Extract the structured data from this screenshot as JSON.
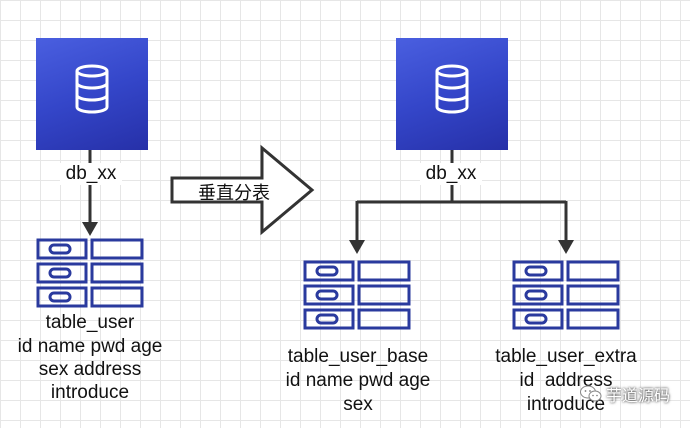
{
  "source_db": {
    "label": "db_xx",
    "icon": "database-icon"
  },
  "source_table": {
    "name": "table_user",
    "fields_line1": "id name pwd age",
    "fields_line2": "sex address",
    "fields_line3": "introduce",
    "icon": "table-icon"
  },
  "transform": {
    "label": "垂直分表",
    "icon": "arrow-right-icon"
  },
  "target_db": {
    "label": "db_xx",
    "icon": "database-icon"
  },
  "target_table_base": {
    "name": "table_user_base",
    "fields_line1": "id name pwd age",
    "fields_line2": "sex",
    "icon": "table-icon"
  },
  "target_table_extra": {
    "name": "table_user_extra",
    "fields_line1": "id  address",
    "fields_line2": "introduce",
    "icon": "table-icon"
  },
  "watermark": {
    "text": "芋道源码",
    "icon": "wechat-icon"
  },
  "colors": {
    "db_fill": "#3446c9",
    "table_stroke": "#2a3a9e",
    "arrow": "#333333"
  }
}
